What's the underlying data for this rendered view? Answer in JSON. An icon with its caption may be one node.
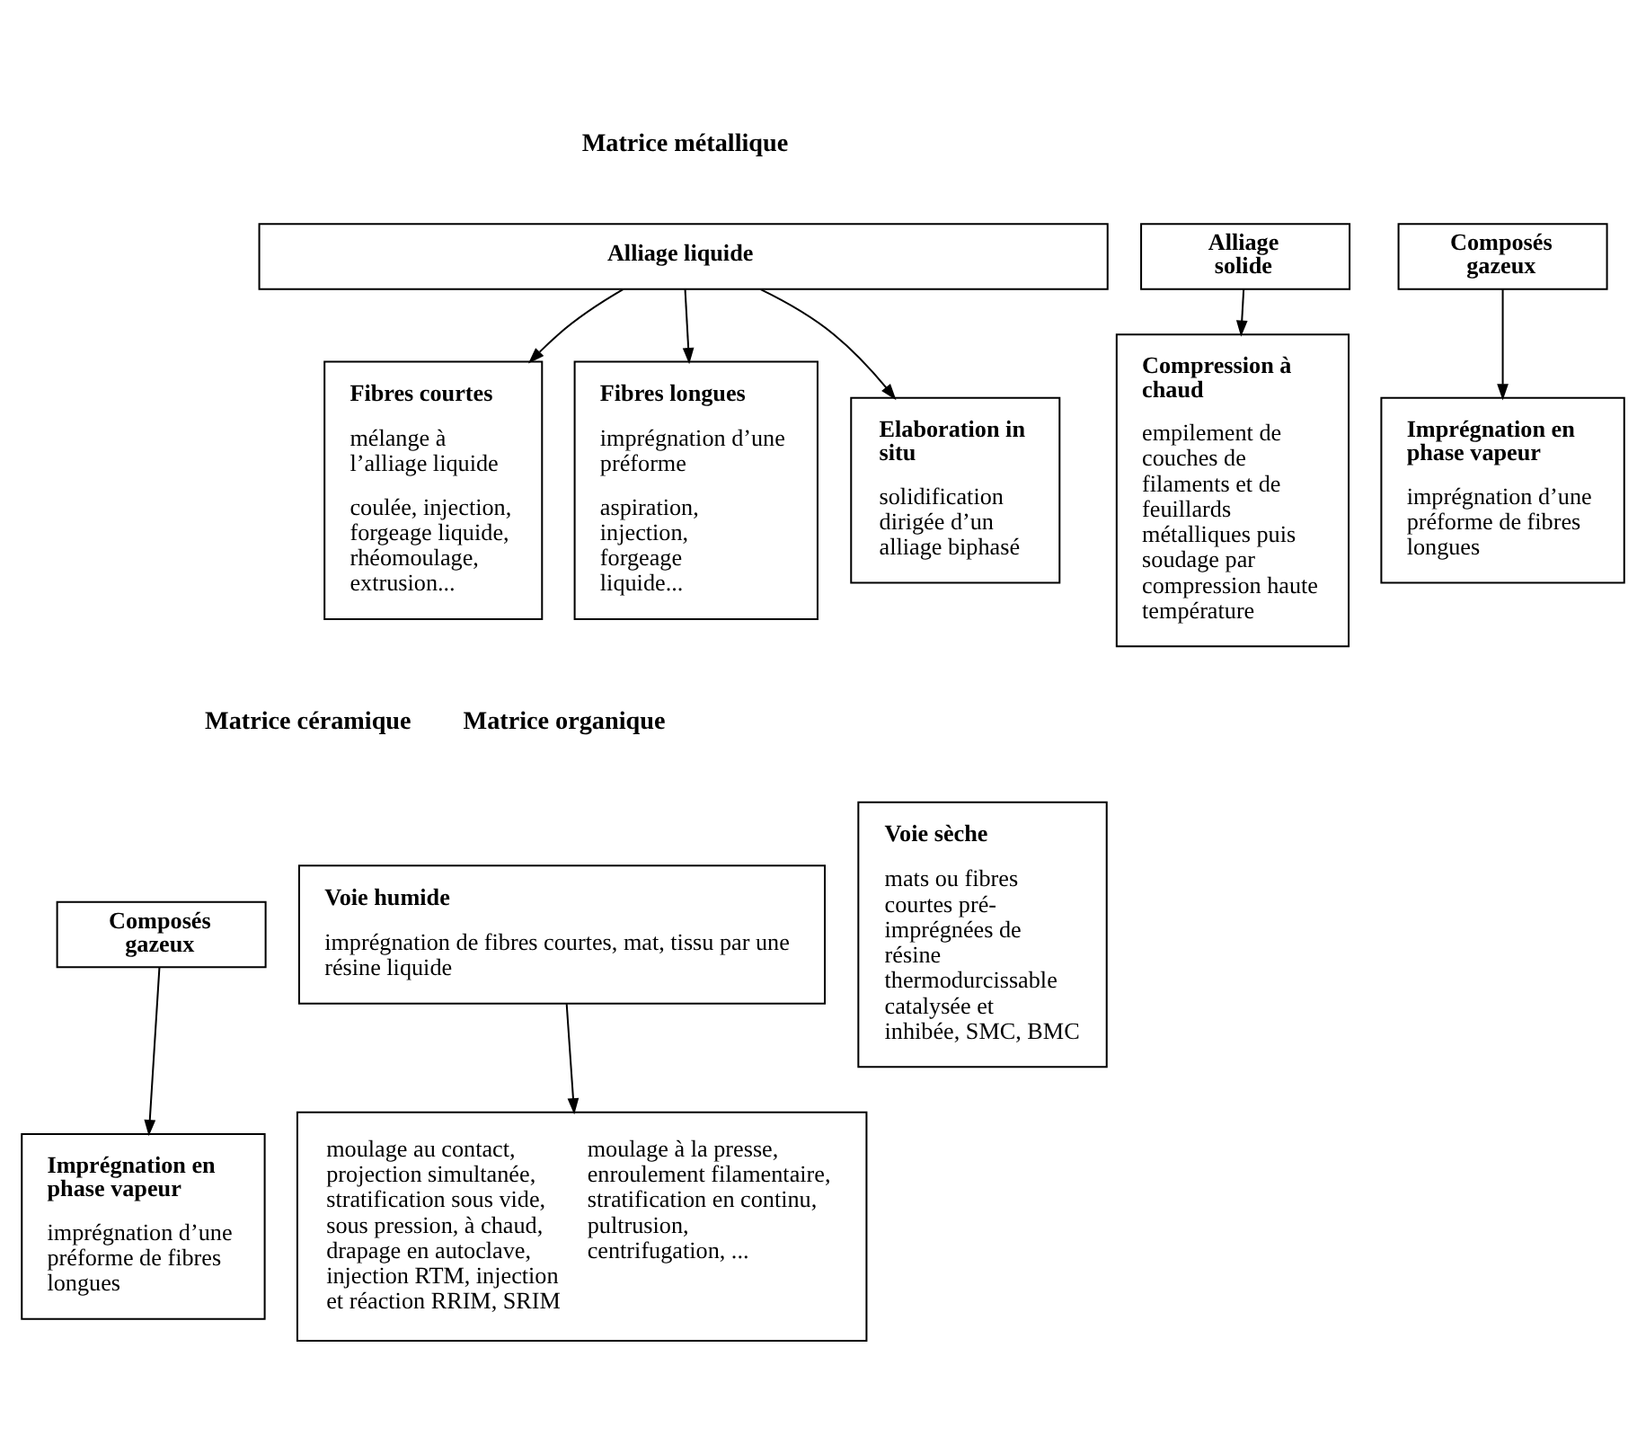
{
  "diagram": {
    "nodes": [
      {
        "text": [
          "Alliage liquide"
        ]
      },
      {
        "text": [
          "Alliage solide"
        ]
      },
      {
        "text": [
          "Composés gazeux"
        ]
      },
      {
        "text": [
          "Fibres courtes",
          "mélange à l’alliage liquide",
          "coulée, injection, forgeage liquide, rhéomoulage, extrusion..."
        ]
      },
      {
        "text": [
          "Fibres longues",
          "imprégnation d’une préforme",
          "aspiration, injection, forgeage liquide..."
        ]
      },
      {
        "text": [
          "Elaboration in situ",
          "solidification dirigée d’un alliage biphasé"
        ]
      },
      {
        "text": [
          "Compression à chaud",
          "empilement de couches de filaments et de feuillards métalliques puis soudage par compression haute température"
        ]
      },
      {
        "text": [
          "Imprégnation en phase vapeur",
          "imprégnation d’une préforme de fibres longues"
        ]
      },
      {
        "text": [
          "Composés gazeux"
        ]
      },
      {
        "text": [
          "Voie humide",
          "imprégnation de fibres courtes, mat, tissu par une résine liquide"
        ]
      },
      {
        "text": [
          "Voie sèche",
          "mats ou fibres courtes pré-imprégnées de résine thermodurcissable catalysée et inhibée, SMC, BMC"
        ]
      },
      {
        "text": [
          "Imprégnation en phase vapeur",
          "imprégnation d’une préforme de fibres longues"
        ]
      },
      {
        "text": [
          "moulage au contact, projection simultanée, stratification sous vide, sous pression, à chaud, drapage en autoclave, injection RTM, injection et réaction RRIM, SRIM",
          "moulage à la presse, enroulement filamentaire, stratification en continu, pultrusion, centrifugation, ..."
        ]
      }
    ],
    "edges": [
      {
        "from": 0,
        "to": 3,
        "arrow": "to"
      },
      {
        "from": 0,
        "to": 4,
        "arrow": "to"
      },
      {
        "from": 0,
        "to": 5,
        "arrow": "to"
      },
      {
        "from": 1,
        "to": 6,
        "arrow": "to"
      },
      {
        "from": 2,
        "to": 7,
        "arrow": "to"
      },
      {
        "from": 8,
        "to": 11,
        "arrow": "to"
      },
      {
        "from": 9,
        "to": 12,
        "arrow": "to"
      }
    ],
    "labels": [
      "Matrice métallique",
      "Matrice céramique",
      "Matrice organique"
    ]
  }
}
